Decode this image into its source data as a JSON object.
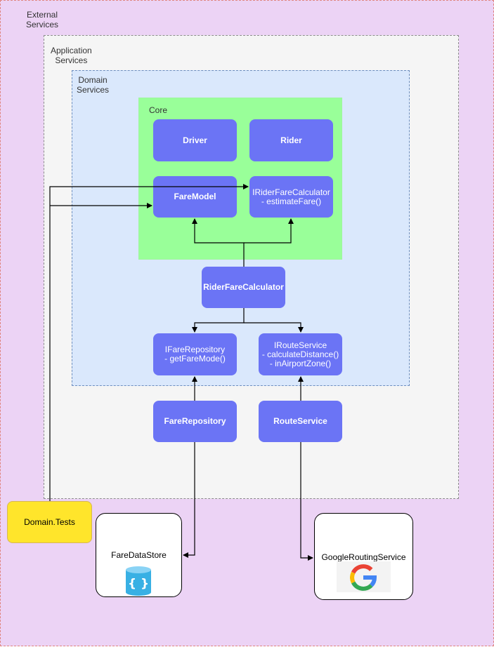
{
  "containers": {
    "external": "External\nServices",
    "application": "Application\nServices",
    "domain": "Domain\nServices",
    "core": "Core"
  },
  "nodes": {
    "driver": "Driver",
    "rider": "Rider",
    "fare_model": "FareModel",
    "rider_fare_calculator_interface": "IRiderFareCalculator\n- estimateFare()",
    "rider_fare_calculator": "RiderFareCalculator",
    "fare_repository_interface": "IFareRepository\n- getFareMode()",
    "route_service_interface": "IRouteService\n- calculateDistance()\n- inAirportZone()",
    "fare_repository": "FareRepository",
    "route_service": "RouteService",
    "domain_tests": "Domain.Tests",
    "fare_data_store": "FareDataStore",
    "google_routing_service": "GoogleRoutingService"
  },
  "icons": {
    "data_store": "database-icon",
    "google": "google-logo-icon"
  },
  "colors": {
    "external_bg": "#ecd3f5",
    "application_bg": "#f5f5f5",
    "domain_bg": "#dae8fc",
    "core_bg": "#99ff99",
    "node": "#6b74f5",
    "tests": "#ffe52b"
  }
}
